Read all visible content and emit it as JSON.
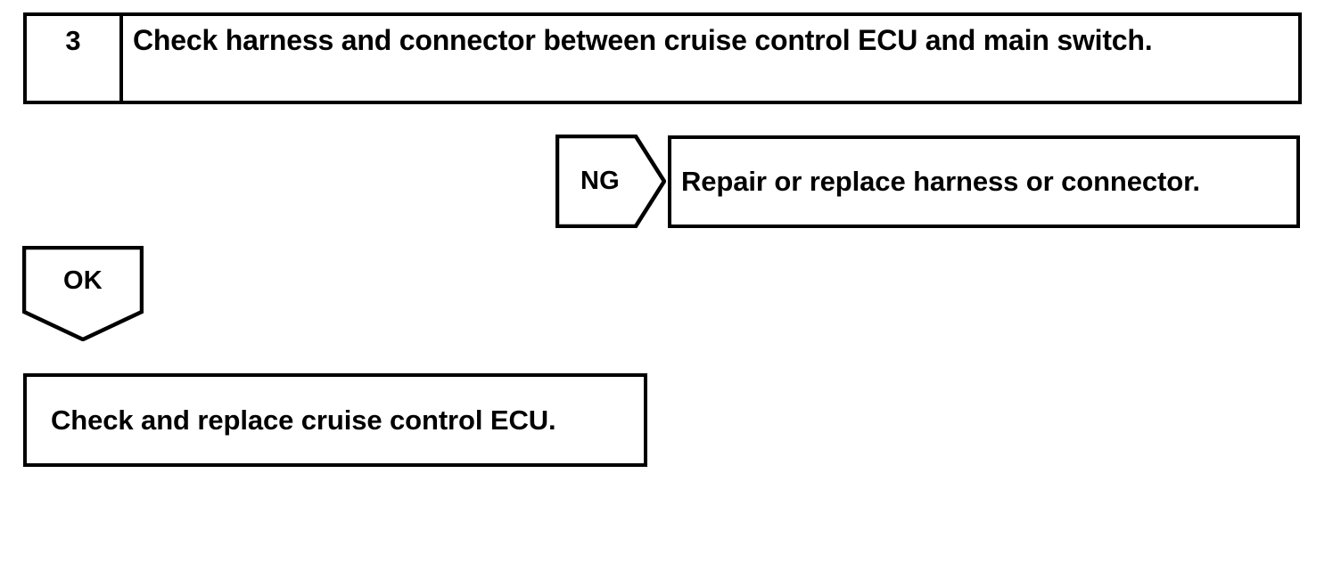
{
  "diagram": {
    "type": "troubleshooting-flowchart",
    "line_color": "#000000",
    "background_color": "#ffffff",
    "step": {
      "number": "3",
      "instruction": "Check harness and connector between cruise control ECU and main switch."
    },
    "branches": [
      {
        "label": "NG",
        "shape": "arrow-right-pentagon",
        "result": "Repair or replace harness or connector."
      },
      {
        "label": "OK",
        "shape": "arrow-down-pentagon",
        "result": "Check and replace cruise control ECU."
      }
    ]
  }
}
